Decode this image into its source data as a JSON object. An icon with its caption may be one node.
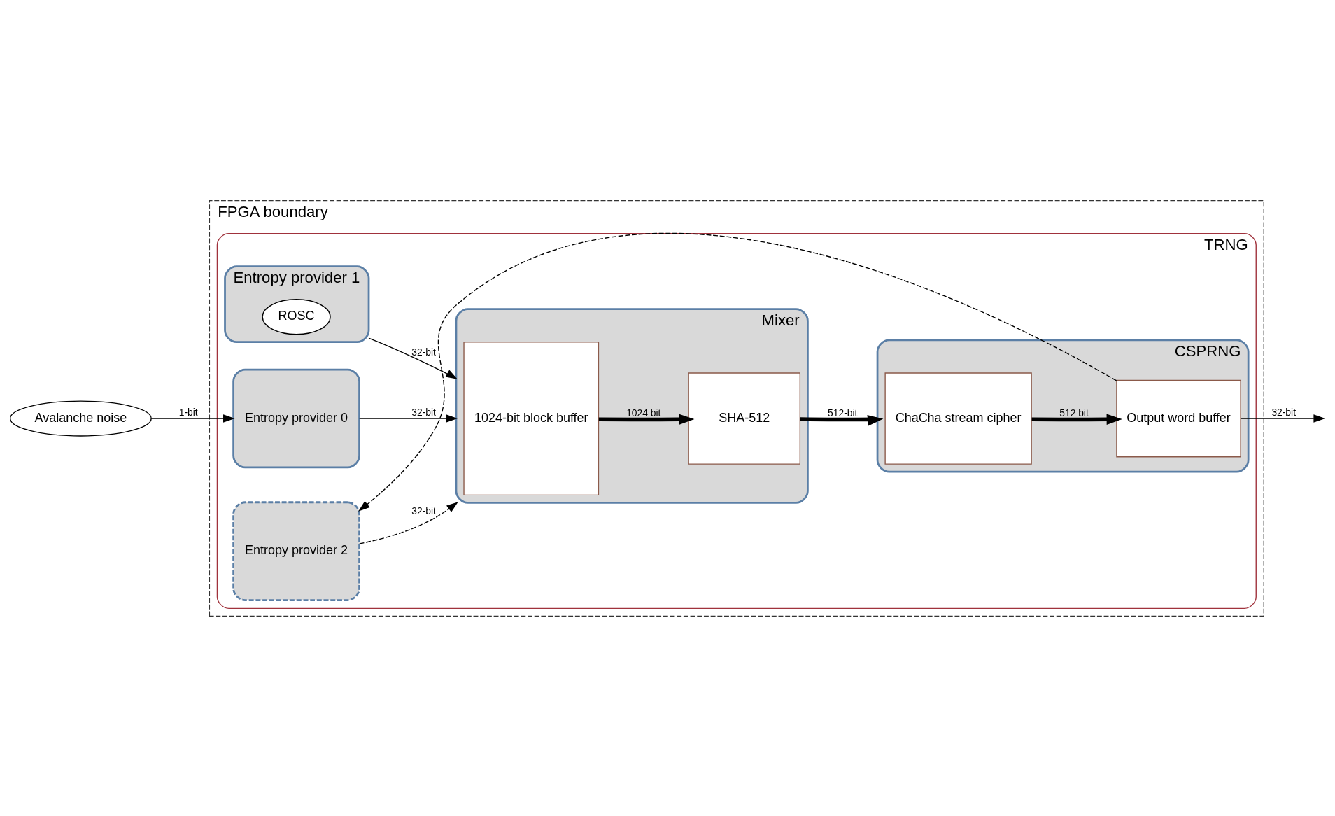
{
  "diagram": {
    "nodes": [
      {
        "text": [
          "FPGA boundary"
        ]
      },
      {
        "text": [
          "Avalanche noise"
        ]
      },
      {
        "text": [
          "TRNG"
        ],
        "in": 0
      },
      {
        "text": [
          "Entropy provider 0"
        ],
        "in": 2
      },
      {
        "text": [
          "Entropy provider 1"
        ],
        "in": 2
      },
      {
        "text": [
          "ROSC"
        ],
        "in": 4
      },
      {
        "text": [
          "Entropy provider 2"
        ],
        "in": 2
      },
      {
        "text": [
          "Mixer"
        ],
        "in": 2
      },
      {
        "text": [
          "1024-bit block buffer"
        ],
        "in": 7
      },
      {
        "text": [
          "SHA-512"
        ],
        "in": 7
      },
      {
        "text": [
          "CSPRNG"
        ],
        "in": 2
      },
      {
        "text": [
          "ChaCha stream cipher"
        ],
        "in": 10
      },
      {
        "text": [
          "Output word buffer"
        ],
        "in": 10
      }
    ],
    "edges": [
      {
        "from": 1,
        "to": 3,
        "arrow": "to",
        "label": "1-bit"
      },
      {
        "from": 3,
        "to": 7,
        "arrow": "to",
        "label": "32-bit"
      },
      {
        "from": 4,
        "to": 7,
        "arrow": "to",
        "label": "32-bit"
      },
      {
        "from": 6,
        "to": 7,
        "arrow": "to",
        "label": "32-bit",
        "style": "dashed"
      },
      {
        "from": 8,
        "to": 9,
        "arrow": "to",
        "label": "1024 bit",
        "style": "thick"
      },
      {
        "from": 9,
        "to": 10,
        "arrow": "to",
        "label": "512-bit",
        "style": "thick"
      },
      {
        "from": 11,
        "to": 12,
        "arrow": "to",
        "label": "512 bit",
        "style": "thick"
      },
      {
        "from": 12,
        "to": null,
        "arrow": "to",
        "label": "32-bit"
      },
      {
        "from": 12,
        "to": 6,
        "arrow": "to",
        "style": "dashed"
      }
    ]
  }
}
